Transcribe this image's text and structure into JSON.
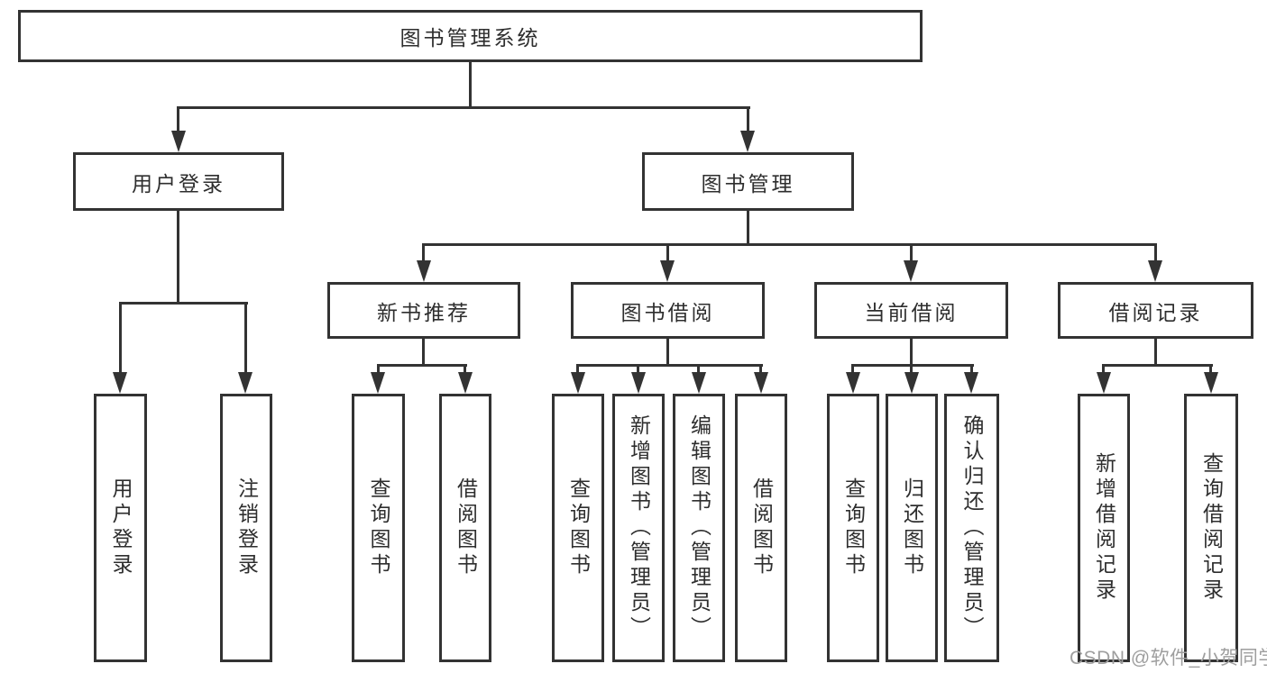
{
  "tree": {
    "root": {
      "label": "图书管理系统"
    },
    "children": [
      {
        "label": "用户登录",
        "children": [
          {
            "label": "用户登录"
          },
          {
            "label": "注销登录"
          }
        ]
      },
      {
        "label": "图书管理",
        "children": [
          {
            "label": "新书推荐",
            "children": [
              {
                "label": "查询图书"
              },
              {
                "label": "借阅图书"
              }
            ]
          },
          {
            "label": "图书借阅",
            "children": [
              {
                "label": "查询图书"
              },
              {
                "label": "新增图书（管理员）"
              },
              {
                "label": "编辑图书（管理员）"
              },
              {
                "label": "借阅图书"
              }
            ]
          },
          {
            "label": "当前借阅",
            "children": [
              {
                "label": "查询图书"
              },
              {
                "label": "归还图书"
              },
              {
                "label": "确认归还（管理员）"
              }
            ]
          },
          {
            "label": "借阅记录",
            "children": [
              {
                "label": "新增借阅记录"
              },
              {
                "label": "查询借阅记录"
              }
            ]
          }
        ]
      }
    ]
  },
  "watermark": {
    "text": "CSDN @软件_小贺同学"
  },
  "colors": {
    "line": "#333333",
    "box_border": "#333333",
    "box_background": "#ffffff",
    "text": "#2e2e2e",
    "watermark": "#9e9e9e",
    "page_background": "#ffffff"
  }
}
